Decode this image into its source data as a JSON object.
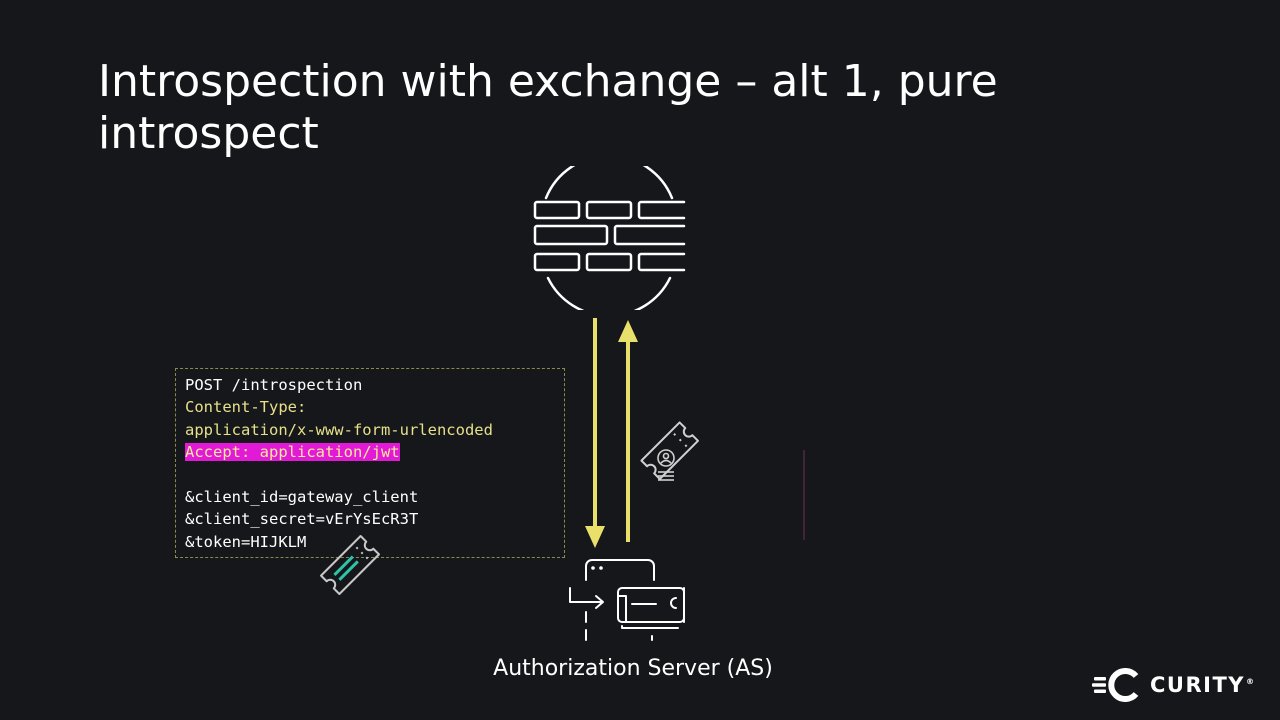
{
  "slide": {
    "title": "Introspection with exchange – alt 1, pure introspect"
  },
  "request": {
    "line1": "POST /introspection",
    "line2": "Content-Type:",
    "line3": "application/x-www-form-urlencoded",
    "line4": "Accept: application/jwt",
    "line5": "&client_id=gateway_client",
    "line6": "&client_secret=vErYsEcR3T",
    "line7": "&token=HIJKLM"
  },
  "server": {
    "label": "Authorization Server (AS)"
  },
  "logo": {
    "text": "CURITY",
    "mark": "®"
  },
  "icons": {
    "firewall": "firewall-icon",
    "opaque_token": "opaque-token-icon",
    "jwt_token": "jwt-token-icon",
    "server": "authorization-server-icon",
    "logo": "curity-logo-icon"
  },
  "colors": {
    "background": "#16171b",
    "arrow": "#e8e06a",
    "code_yellow": "#e6e08a",
    "highlight": "#e21ad7",
    "token_teal": "#2ec4a8",
    "grid_pink": "#c04a8a"
  }
}
